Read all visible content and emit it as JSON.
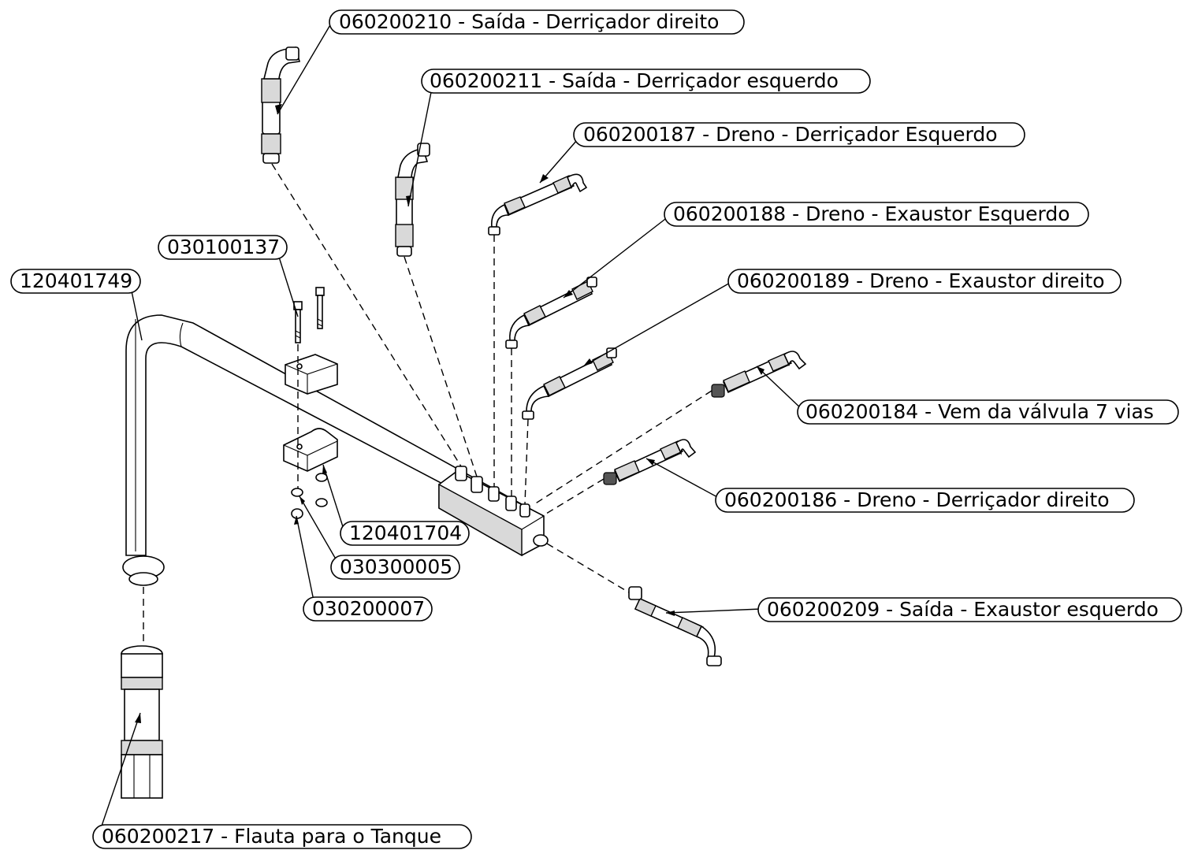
{
  "callouts": {
    "c1": "060200210 - Saída - Derriçador direito",
    "c2": "060200211 - Saída - Derriçador esquerdo",
    "c3": "060200187 - Dreno - Derriçador Esquerdo",
    "c4": "060200188 - Dreno - Exaustor Esquerdo",
    "c5": "060200189 - Dreno - Exaustor direito",
    "c6": "060200184 - Vem da válvula 7 vias",
    "c7": "060200186 - Dreno - Derriçador direito",
    "c8": "060200209 - Saída - Exaustor esquerdo",
    "c9": "030100137",
    "c10": "120401749",
    "c11": "120401704",
    "c12": "030300005",
    "c13": "030200007",
    "c14": "060200217 - Flauta para o Tanque"
  }
}
